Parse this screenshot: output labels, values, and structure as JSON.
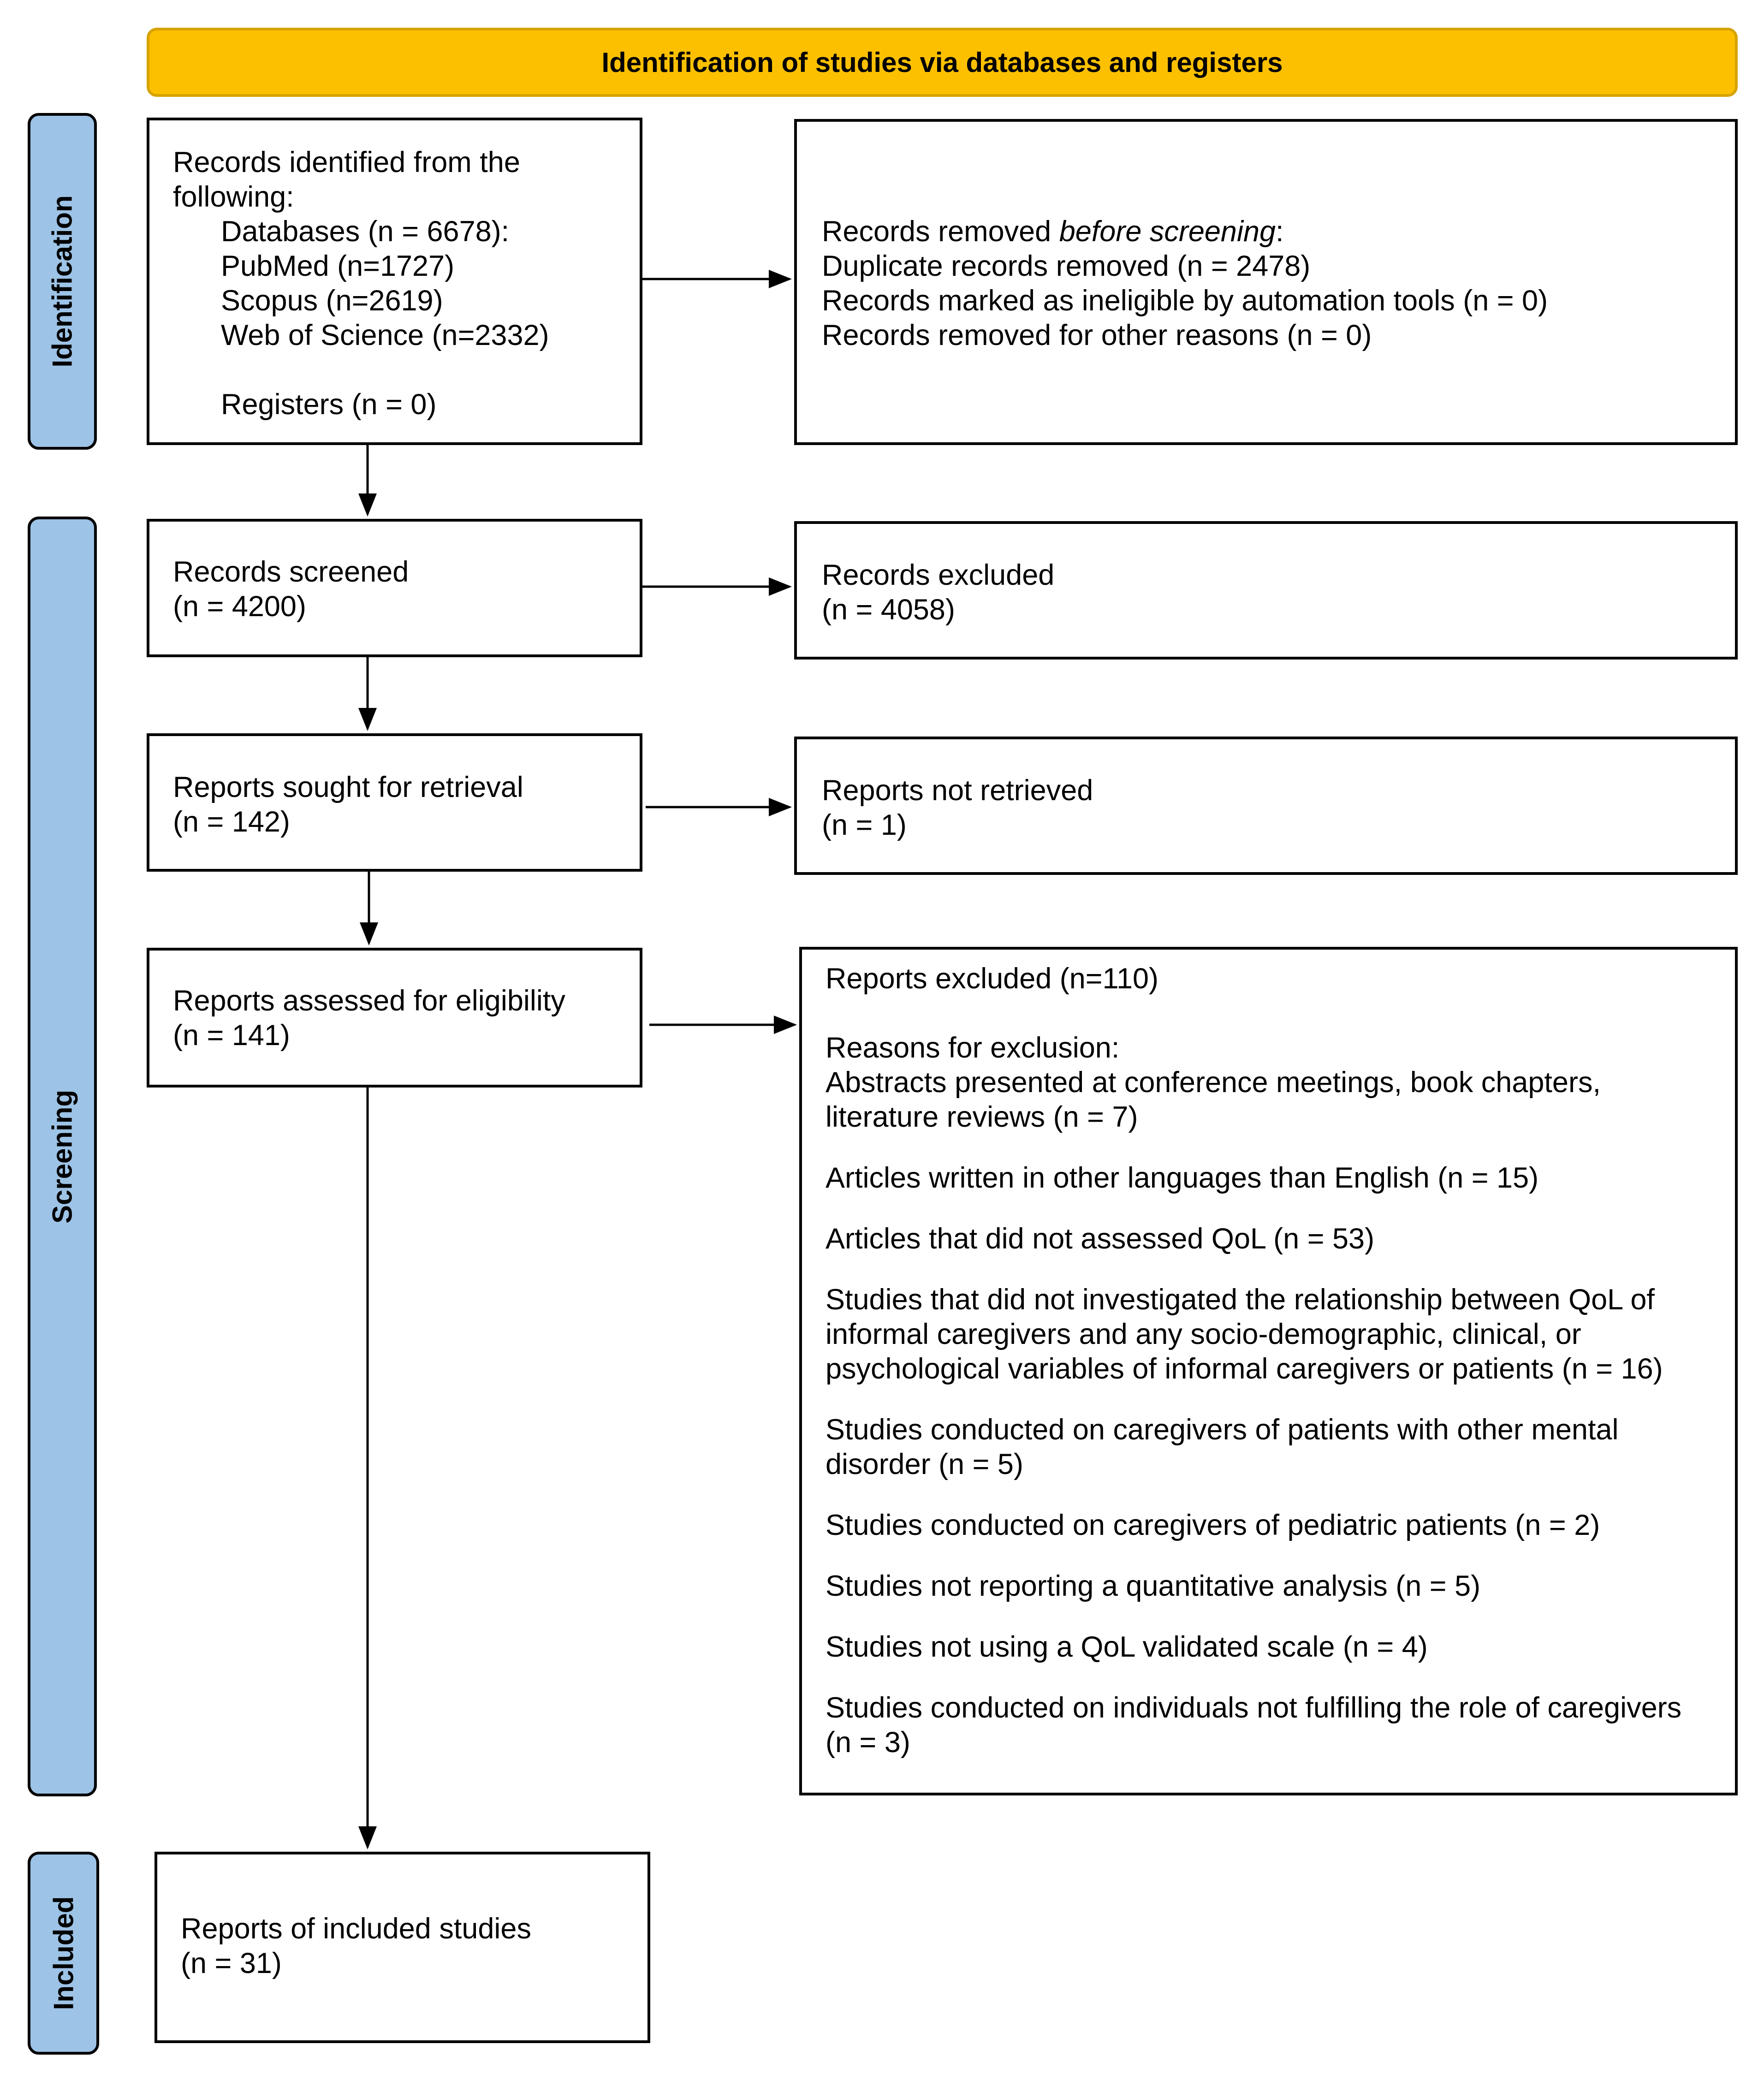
{
  "header": {
    "title": "Identification of studies via databases and registers"
  },
  "phases": {
    "identification": "Identification",
    "screening": "Screening",
    "included": "Included"
  },
  "identified": {
    "line1": "Records identified from the",
    "line2": "following:",
    "databases": "Databases (n = 6678):",
    "pubmed": "PubMed (n=1727)",
    "scopus": "Scopus (n=2619)",
    "wos": "Web of Science (n=2332)",
    "registers": "Registers (n = 0)"
  },
  "removed": {
    "prefix": "Records removed ",
    "emphasis": "before screening",
    "suffix": ":",
    "duplicates": "Duplicate records removed (n = 2478)",
    "automation": "Records marked as ineligible by automation tools (n = 0)",
    "other": "Records removed for other reasons (n = 0)"
  },
  "screened": {
    "label": "Records screened",
    "count": "(n = 4200)"
  },
  "excluded": {
    "label": "Records excluded",
    "count": "(n = 4058)"
  },
  "sought": {
    "label": "Reports sought for retrieval",
    "count": "(n = 142)"
  },
  "not_retrieved": {
    "label": "Reports not retrieved",
    "count": "(n = 1)"
  },
  "assessed": {
    "label": "Reports assessed for eligibility",
    "count": "(n = 141)"
  },
  "reports_excluded": {
    "title": "Reports excluded (n=110)",
    "reasons_label": "Reasons for exclusion:",
    "reasons": [
      [
        "Abstracts presented at conference meetings, book chapters,",
        "literature reviews (n = 7)"
      ],
      [
        "Articles written in other languages than English (n = 15)"
      ],
      [
        "Articles that did not assessed QoL (n = 53)"
      ],
      [
        "Studies that did not investigated the relationship between QoL of",
        "informal caregivers and any socio-demographic, clinical, or",
        "psychological variables of informal caregivers or patients (n = 16)"
      ],
      [
        "Studies conducted on caregivers of patients with other mental",
        "disorder (n = 5)"
      ],
      [
        "Studies conducted on caregivers of pediatric patients (n = 2)"
      ],
      [
        "Studies not reporting a quantitative analysis (n = 5)"
      ],
      [
        "Studies not using a QoL validated scale (n = 4)"
      ],
      [
        "Studies conducted on individuals not fulfilling the role of caregivers",
        "(n = 3)"
      ]
    ]
  },
  "included": {
    "label": "Reports of included studies",
    "count": "(n = 31)"
  }
}
